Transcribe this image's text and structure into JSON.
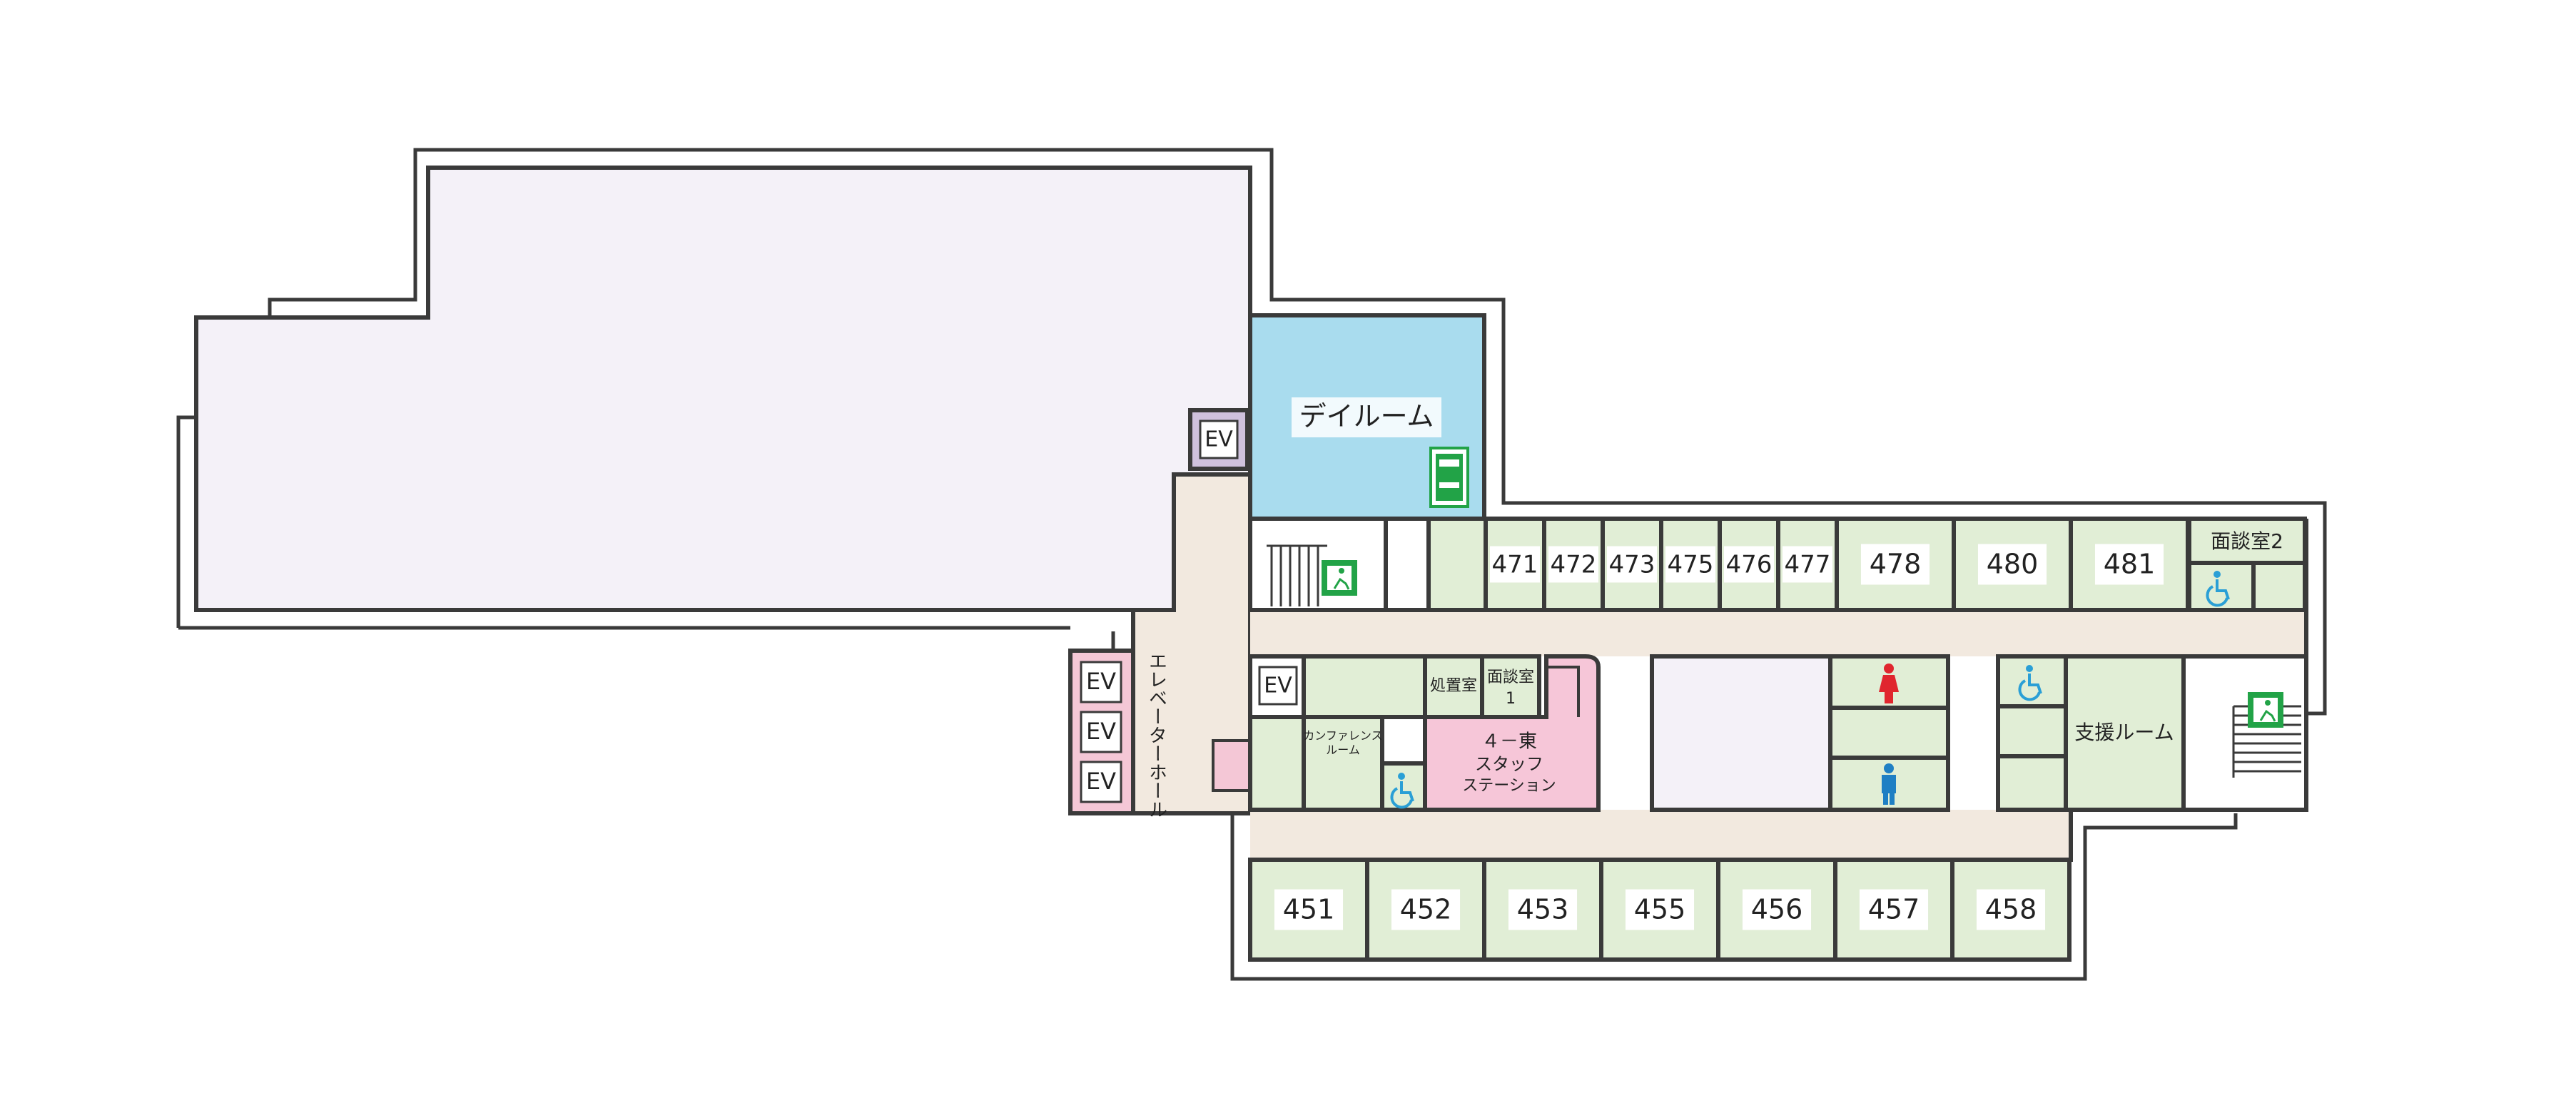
{
  "colors": {
    "wall": "#3a3a3a",
    "exterior": "#f4f1f8",
    "ward_room": "#e1eed6",
    "corridor": "#f2e9df",
    "dayroom": "#a9dcee",
    "elevator_purple": "#cfc1dd",
    "elevator_pink": "#f4c7d6",
    "staff_station": "#f6c6d8",
    "female": "#e0262e",
    "male": "#1f7fc4",
    "exit_green": "#22a347",
    "accessible": "#2a9fd6"
  },
  "labels": {
    "dayroom": "デイルーム",
    "elevator_hall": "エレベーターホール",
    "treatment_room": "処置室",
    "consult_1_line1": "面談室",
    "consult_1_line2": "1",
    "consult_2": "面談室2",
    "conference_line1": "カンファレンス",
    "conference_line2": "ルーム",
    "station_line1": "４－東",
    "station_line2": "スタッフ",
    "station_line3": "ステーション",
    "support_room": "支援ルーム",
    "ev": "EV"
  },
  "north_rooms": [
    "471",
    "472",
    "473",
    "475",
    "476",
    "477",
    "478",
    "480",
    "481"
  ],
  "south_rooms": [
    "451",
    "452",
    "453",
    "455",
    "456",
    "457",
    "458"
  ],
  "icons": [
    "elevator-icon",
    "emergency-exit-icon",
    "vending-machine-icon",
    "accessible-toilet-icon",
    "female-toilet-icon",
    "male-toilet-icon",
    "stairs-icon"
  ]
}
